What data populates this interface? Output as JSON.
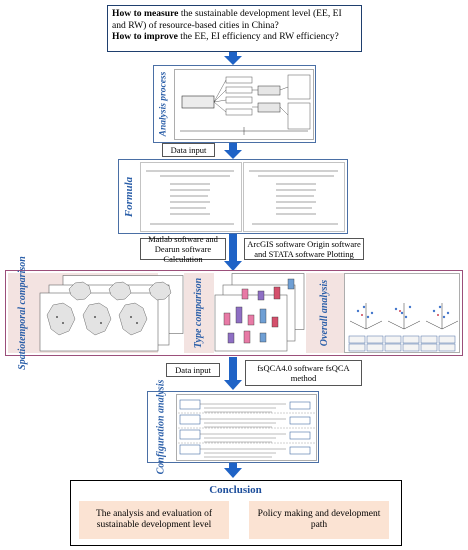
{
  "question": {
    "line1_bold": "How to measure",
    "line1_rest": " the sustainable development level (EE, EI and RW) of resource-based cities in China?",
    "line2_bold": "How to improve",
    "line2_rest": " the EE, EI efficiency and RW efficiency?"
  },
  "stages": {
    "analysis_process": "Analysis process",
    "formula": "Formula",
    "spatiotemporal": "Spatiotemporal comparison",
    "type_comparison": "Type comparison",
    "overall_analysis": "Overall analysis",
    "configuration": "Configuration analysis"
  },
  "notes": {
    "data_input_1": "Data input",
    "matlab": "Matlab software and Dearun software Calculation",
    "arcgis": "ArcGIS software Origin software and STATA software Plotting",
    "data_input_2": "Data input",
    "fsqca": "fsQCA4.0 software fsQCA method"
  },
  "conclusion": {
    "title": "Conclusion",
    "left": "The analysis and evaluation of sustainable development level",
    "right": "Policy making and development path"
  },
  "colors": {
    "arrow": "#1f63c6",
    "stage_label": "#2a5ea8",
    "row_border": "#9b4f7a",
    "conclusion_fill": "#fbe3d3"
  }
}
